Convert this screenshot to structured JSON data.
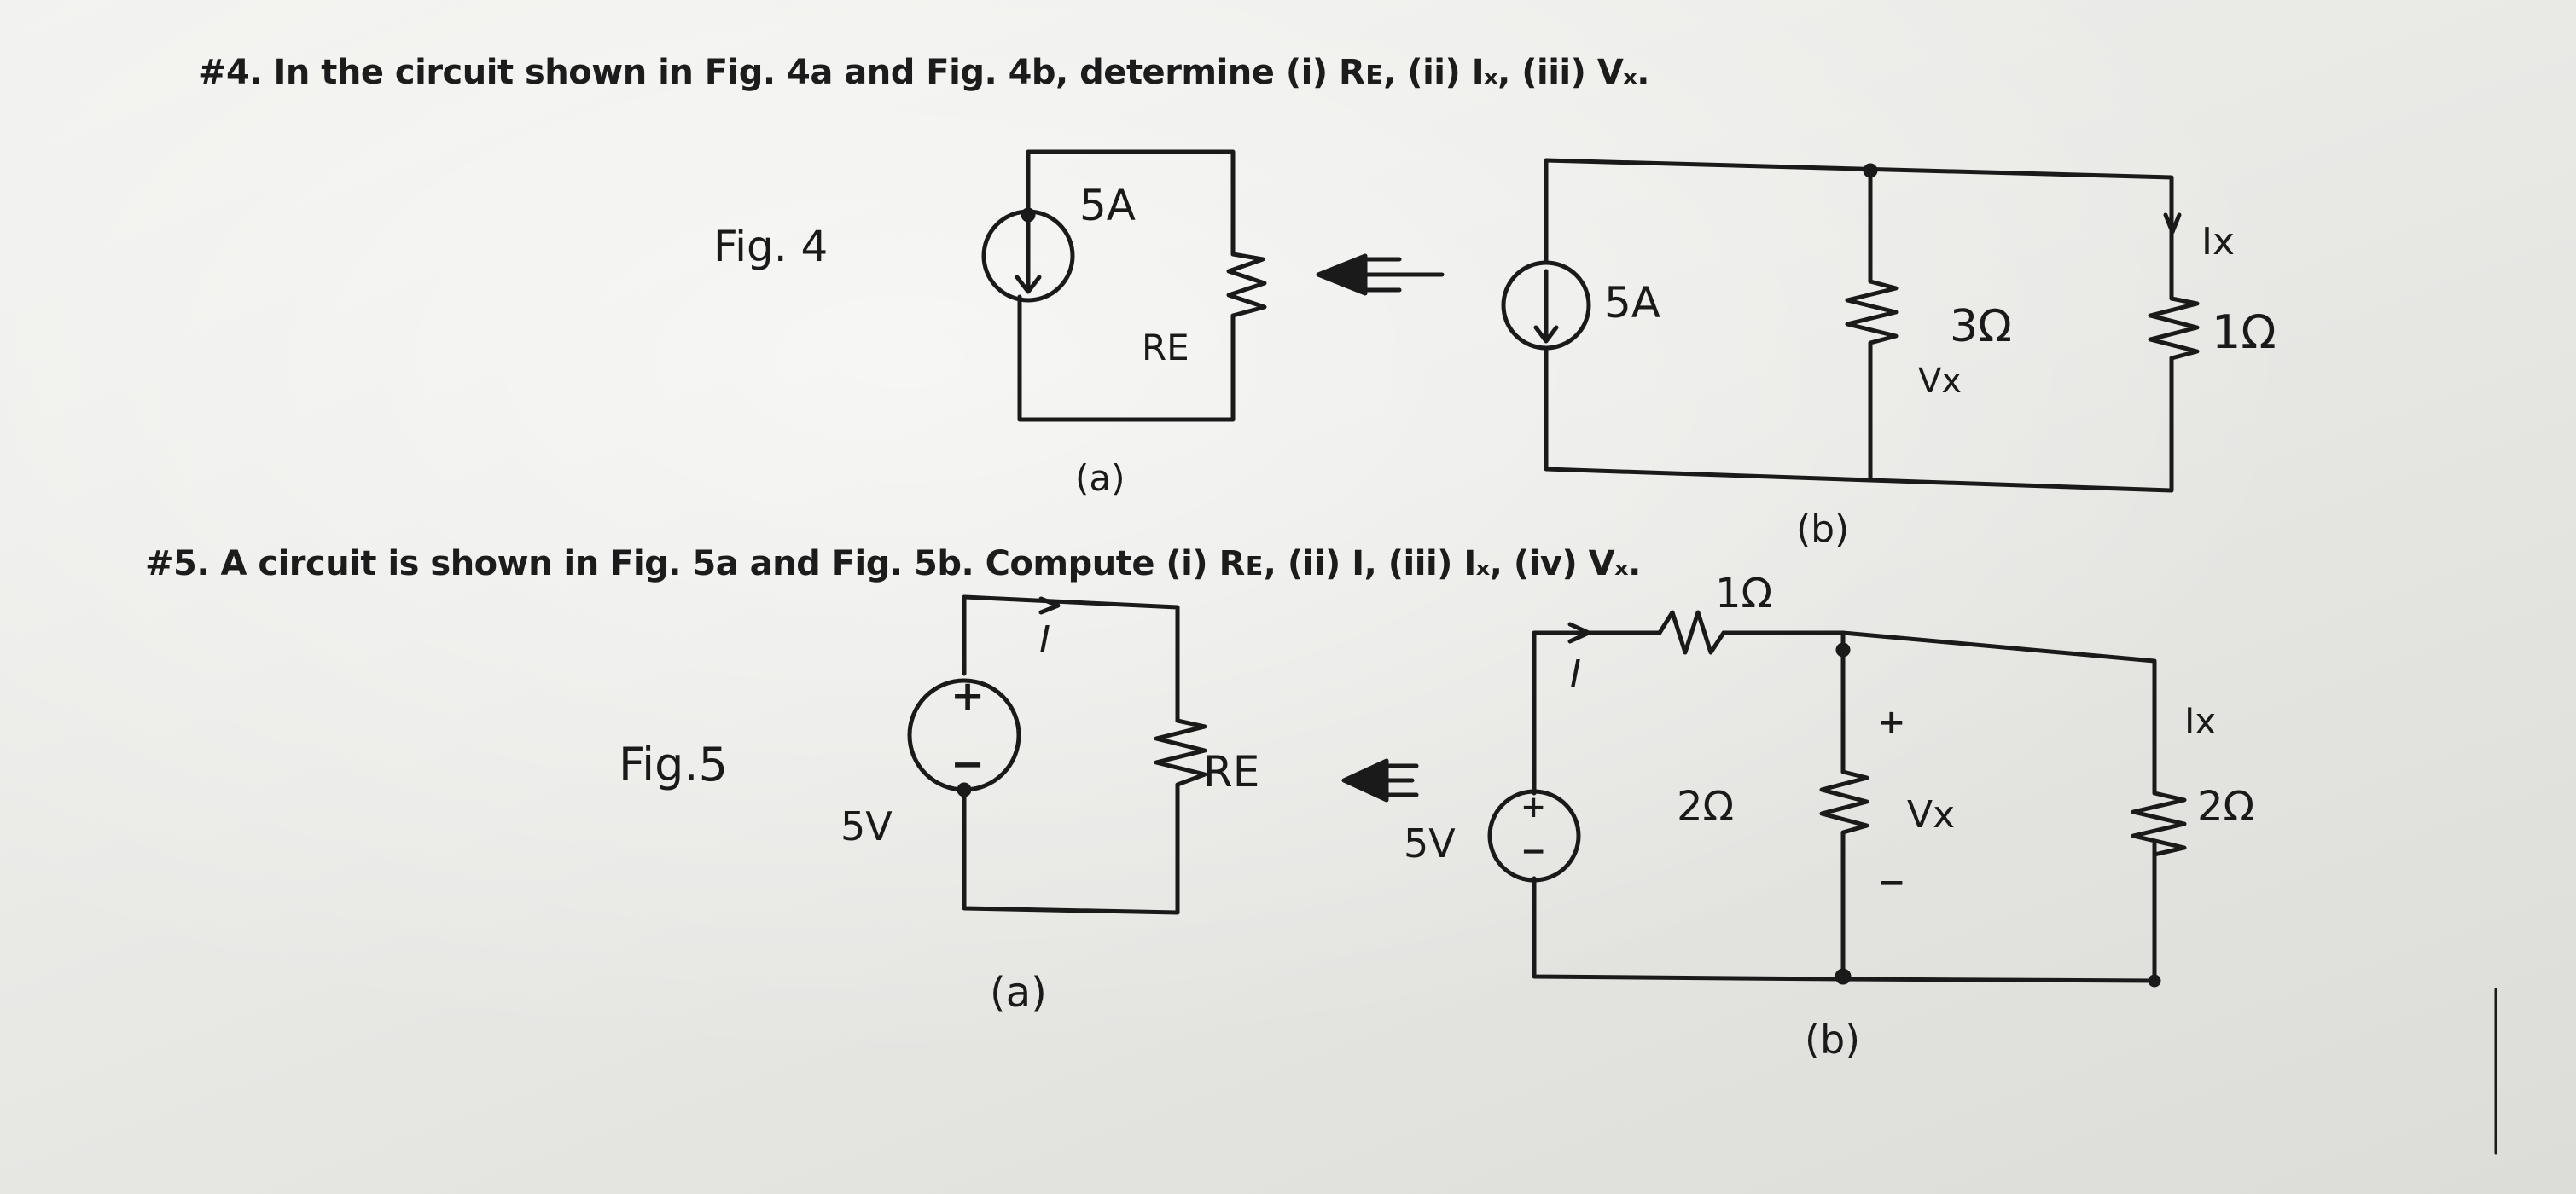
{
  "problems": {
    "p4": "#4. In the circuit shown in Fig. 4a and Fig. 4b, determine (i) Rᴇ, (ii) Iₓ, (iii) Vₓ.",
    "p5": "#5. A circuit is shown in Fig. 5a and Fig. 5b. Compute (i) Rᴇ, (ii) I, (iii) Iₓ, (iv) Vₓ."
  },
  "fig4": {
    "title": "Fig. 4",
    "a": {
      "source": "5A",
      "resistor": "RE",
      "caption": "(a)"
    },
    "b": {
      "source": "5A",
      "r1": "3Ω",
      "r2": "1Ω",
      "vx": "Vx",
      "ix": "Ix",
      "caption": "(b)"
    }
  },
  "fig5": {
    "title": "Fig.5",
    "a": {
      "source": "5V",
      "current": "I",
      "resistor": "RE",
      "caption": "(a)",
      "plus": "+",
      "minus": "−"
    },
    "b": {
      "source": "5V",
      "current": "I",
      "r_series": "1Ω",
      "r1": "2Ω",
      "r2": "2Ω",
      "vx": "Vx",
      "ix": "Ix",
      "caption": "(b)",
      "plus": "+",
      "minus": "−"
    }
  }
}
